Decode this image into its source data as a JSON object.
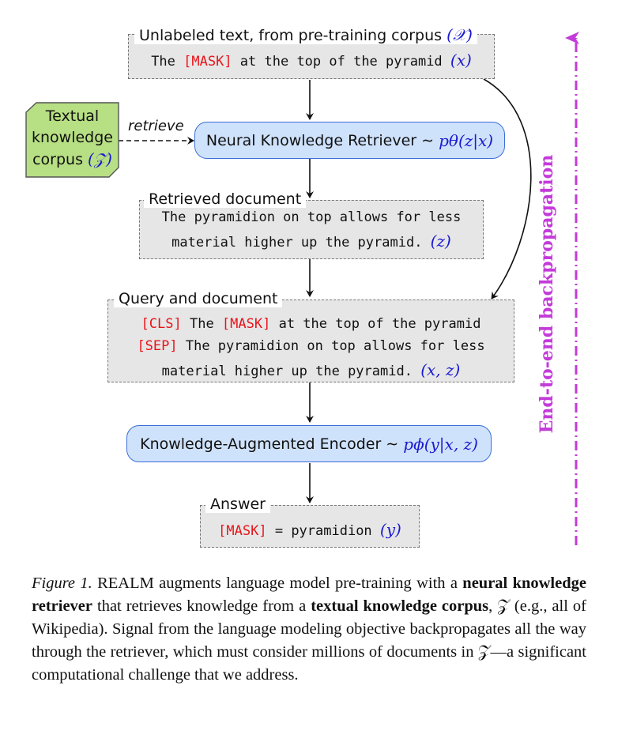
{
  "unlabeled": {
    "legend": "Unlabeled text, from pre-training corpus",
    "legend_var": "(𝒳)",
    "text": "The ",
    "mask": "[MASK]",
    "text_after": " at the top of the pyramid ",
    "var": "(x)"
  },
  "corpus": {
    "line1": "Textual",
    "line2": "knowledge",
    "line3": "corpus ",
    "var": "(𝒵)"
  },
  "retrieve_label": "retrieve",
  "retriever": {
    "label": "Neural Knowledge Retriever ∼ ",
    "formula": "pθ(z|x)"
  },
  "retrieved": {
    "legend": "Retrieved document",
    "line1": "The pyramidion on top allows for less",
    "line2": "material higher up the pyramid. ",
    "var": "(z)"
  },
  "query": {
    "legend": "Query and document",
    "cls": "[CLS]",
    "line1_a": " The ",
    "mask": "[MASK]",
    "line1_b": " at the top of the pyramid",
    "sep": "[SEP]",
    "line2": " The pyramidion on top allows for less",
    "line3": "material higher up the pyramid. ",
    "var": "(x, z)"
  },
  "encoder": {
    "label": "Knowledge-Augmented Encoder ∼ ",
    "formula": "pϕ(y|x, z)"
  },
  "answer": {
    "legend": "Answer",
    "mask": "[MASK]",
    "eq": " = ",
    "value": "pyramidion ",
    "var": "(y)"
  },
  "backprop_label": "End-to-end backpropagation",
  "caption": {
    "fig": "Figure 1.",
    "t1": " REALM augments language model pre-training with a ",
    "b1": "neural knowledge retriever",
    "t2": " that retrieves knowledge from a ",
    "b2": "textual knowledge corpus",
    "t3": ", 𝒵 (e.g., all of Wikipedia). Signal from the language modeling objective backpropagates all the way through the retriever, which must consider millions of documents in 𝒵—a significant computational challenge that we address."
  },
  "colors": {
    "mask_red": "#e8141a",
    "var_blue": "#1a1ad0",
    "pill_fill": "#cfe2fb",
    "pill_border": "#3a6fd8",
    "corpus_fill": "#b7df83",
    "backprop_purple": "#c33bd9"
  }
}
